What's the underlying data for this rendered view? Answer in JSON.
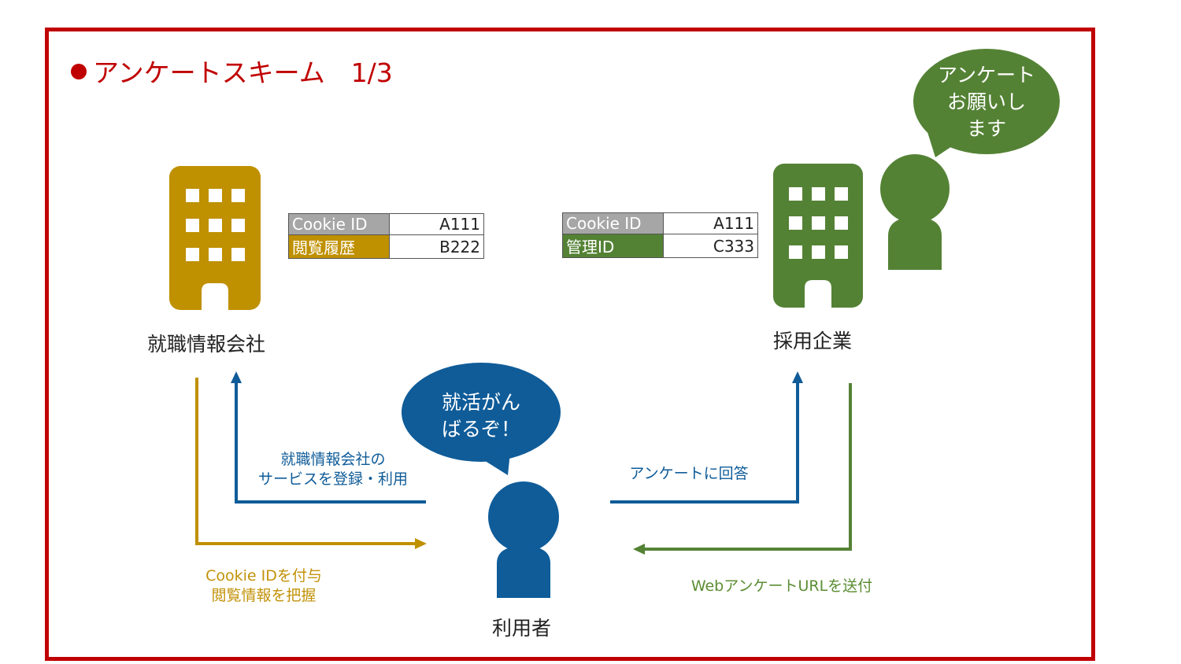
{
  "title": "アンケートスキーム　1/3",
  "actors": {
    "agency": {
      "label": "就職情報会社"
    },
    "company": {
      "label": "採用企業"
    },
    "user": {
      "label": "利用者"
    }
  },
  "bubbles": {
    "company_person": [
      "アンケート",
      "お願いし",
      "ます"
    ],
    "user": [
      "就活がん",
      "ばるぞ！"
    ]
  },
  "tables": {
    "agency": {
      "rows": [
        {
          "key": "Cookie ID",
          "value": "A111",
          "color": "#a6a6a6"
        },
        {
          "key": "閲覧履歴",
          "value": "B222",
          "color": "#bf9000"
        }
      ]
    },
    "company": {
      "rows": [
        {
          "key": "Cookie ID",
          "value": "A111",
          "color": "#a6a6a6"
        },
        {
          "key": "管理ID",
          "value": "C333",
          "color": "#548235"
        }
      ]
    }
  },
  "flows": {
    "register": [
      "就職情報会社の",
      "サービスを登録・利用"
    ],
    "cookie": [
      "Cookie IDを付与",
      "閲覧情報を把握"
    ],
    "answer": [
      "アンケートに回答"
    ],
    "send_url": [
      "WebアンケートURLを送付"
    ]
  },
  "colors": {
    "frame": "#c00000",
    "agency": "#bf9000",
    "company": "#548235",
    "user": "#0f5c99"
  }
}
